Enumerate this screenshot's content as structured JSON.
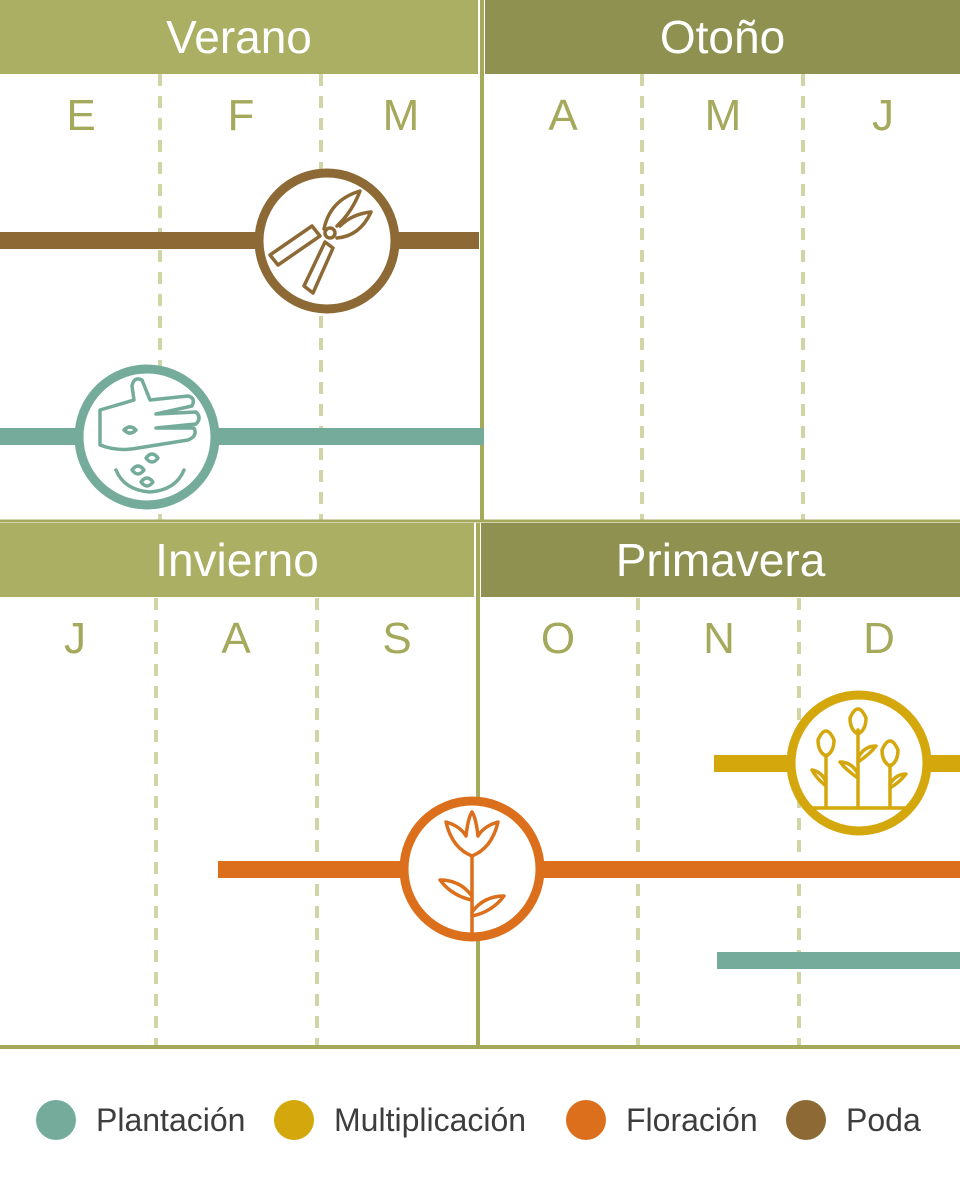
{
  "half_1": {
    "seasons": [
      "Verano",
      "Otoño"
    ],
    "months": [
      "E",
      "F",
      "M",
      "A",
      "M",
      "J"
    ]
  },
  "half_2": {
    "seasons": [
      "Invierno",
      "Primavera"
    ],
    "months": [
      "J",
      "A",
      "S",
      "O",
      "N",
      "D"
    ]
  },
  "colors": {
    "header_light": "#abaf63",
    "header_dark": "#8e914f",
    "grid": "#a5a95c",
    "dashed_grid": "#d2d5a5"
  },
  "legend": [
    {
      "key": "plantacion",
      "label": "Plantación",
      "color": "#74ab9a"
    },
    {
      "key": "multiplicacion",
      "label": "Multiplicación",
      "color": "#d4a80d"
    },
    {
      "key": "floracion",
      "label": "Floración",
      "color": "#dc6f1b"
    },
    {
      "key": "poda",
      "label": "Poda",
      "color": "#8d6a35"
    }
  ],
  "activities": [
    {
      "name": "poda",
      "icon": "pruning-shears-icon",
      "start_month": "E",
      "end_month": "M",
      "half": 1
    },
    {
      "name": "plantacion",
      "icon": "hand-sowing-seeds-icon",
      "start_month": "E",
      "end_month": "M",
      "half": 1
    },
    {
      "name": "multiplicacion",
      "icon": "seedlings-icon",
      "start_month": "N",
      "end_month": "D",
      "half": 2
    },
    {
      "name": "floracion",
      "icon": "flowering-plant-icon",
      "start_month": "A",
      "end_month": "D",
      "half": 2
    },
    {
      "name": "plantacion",
      "icon": "",
      "start_month": "N",
      "end_month": "D",
      "half": 2
    }
  ]
}
